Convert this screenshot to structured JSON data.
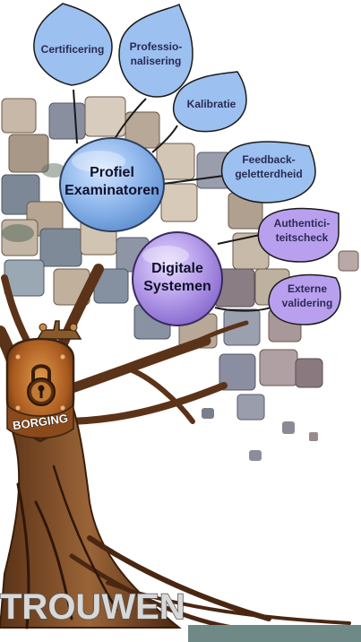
{
  "diagram": {
    "central_nodes": [
      {
        "id": "profiel",
        "lines": [
          "Profiel",
          "Examinatoren"
        ],
        "color": "#8fb7ec"
      },
      {
        "id": "digitale",
        "lines": [
          "Digitale",
          "Systemen"
        ],
        "color": "#b39ae8"
      }
    ],
    "leaves": [
      {
        "id": "certificering",
        "lines": [
          "Certificering"
        ],
        "color": "#9cc0ef"
      },
      {
        "id": "professionalisering",
        "lines": [
          "Professio-",
          "nalisering"
        ],
        "color": "#9cc0ef"
      },
      {
        "id": "kalibratie",
        "lines": [
          "Kalibratie"
        ],
        "color": "#9cc0ef"
      },
      {
        "id": "feedback",
        "lines": [
          "Feedback-",
          "geletterdheid"
        ],
        "color": "#9cc0ef"
      },
      {
        "id": "authenticiteitscheck",
        "lines": [
          "Authentici-",
          "teitscheck"
        ],
        "color": "#b9a0ee"
      },
      {
        "id": "externe",
        "lines": [
          "Externe",
          "validering"
        ],
        "color": "#b9a0ee"
      }
    ],
    "badge_label": "BORGING",
    "root_label": "TROUWEN",
    "badge_icon": "padlock-icon"
  }
}
